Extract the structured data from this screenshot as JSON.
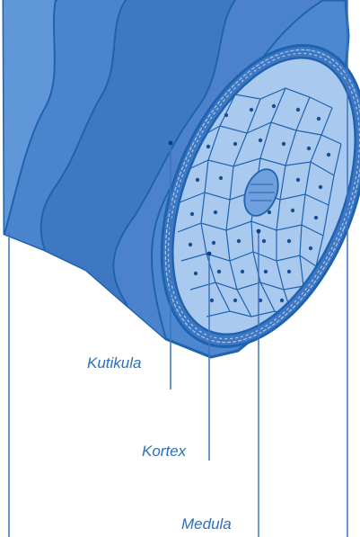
{
  "labels": {
    "cuticle": "Kutikula",
    "cortex": "Kortex",
    "medulla": "Medula"
  },
  "colors": {
    "hair_shaft": "#4d87cf",
    "hair_shaft_dark": "#3f78c2",
    "hair_shaft_light": "#5f97d8",
    "outline": "#1f63b0",
    "cross_section_fill": "#a9c9ee",
    "cell_line": "#1f63b0",
    "cell_nucleus": "#184f96",
    "medulla_fill": "#6f9fdc",
    "label_text": "#2d6fb8",
    "leader_line": "#3d74bd"
  },
  "icons": {
    "diagram": "hair-shaft-cross-section"
  }
}
